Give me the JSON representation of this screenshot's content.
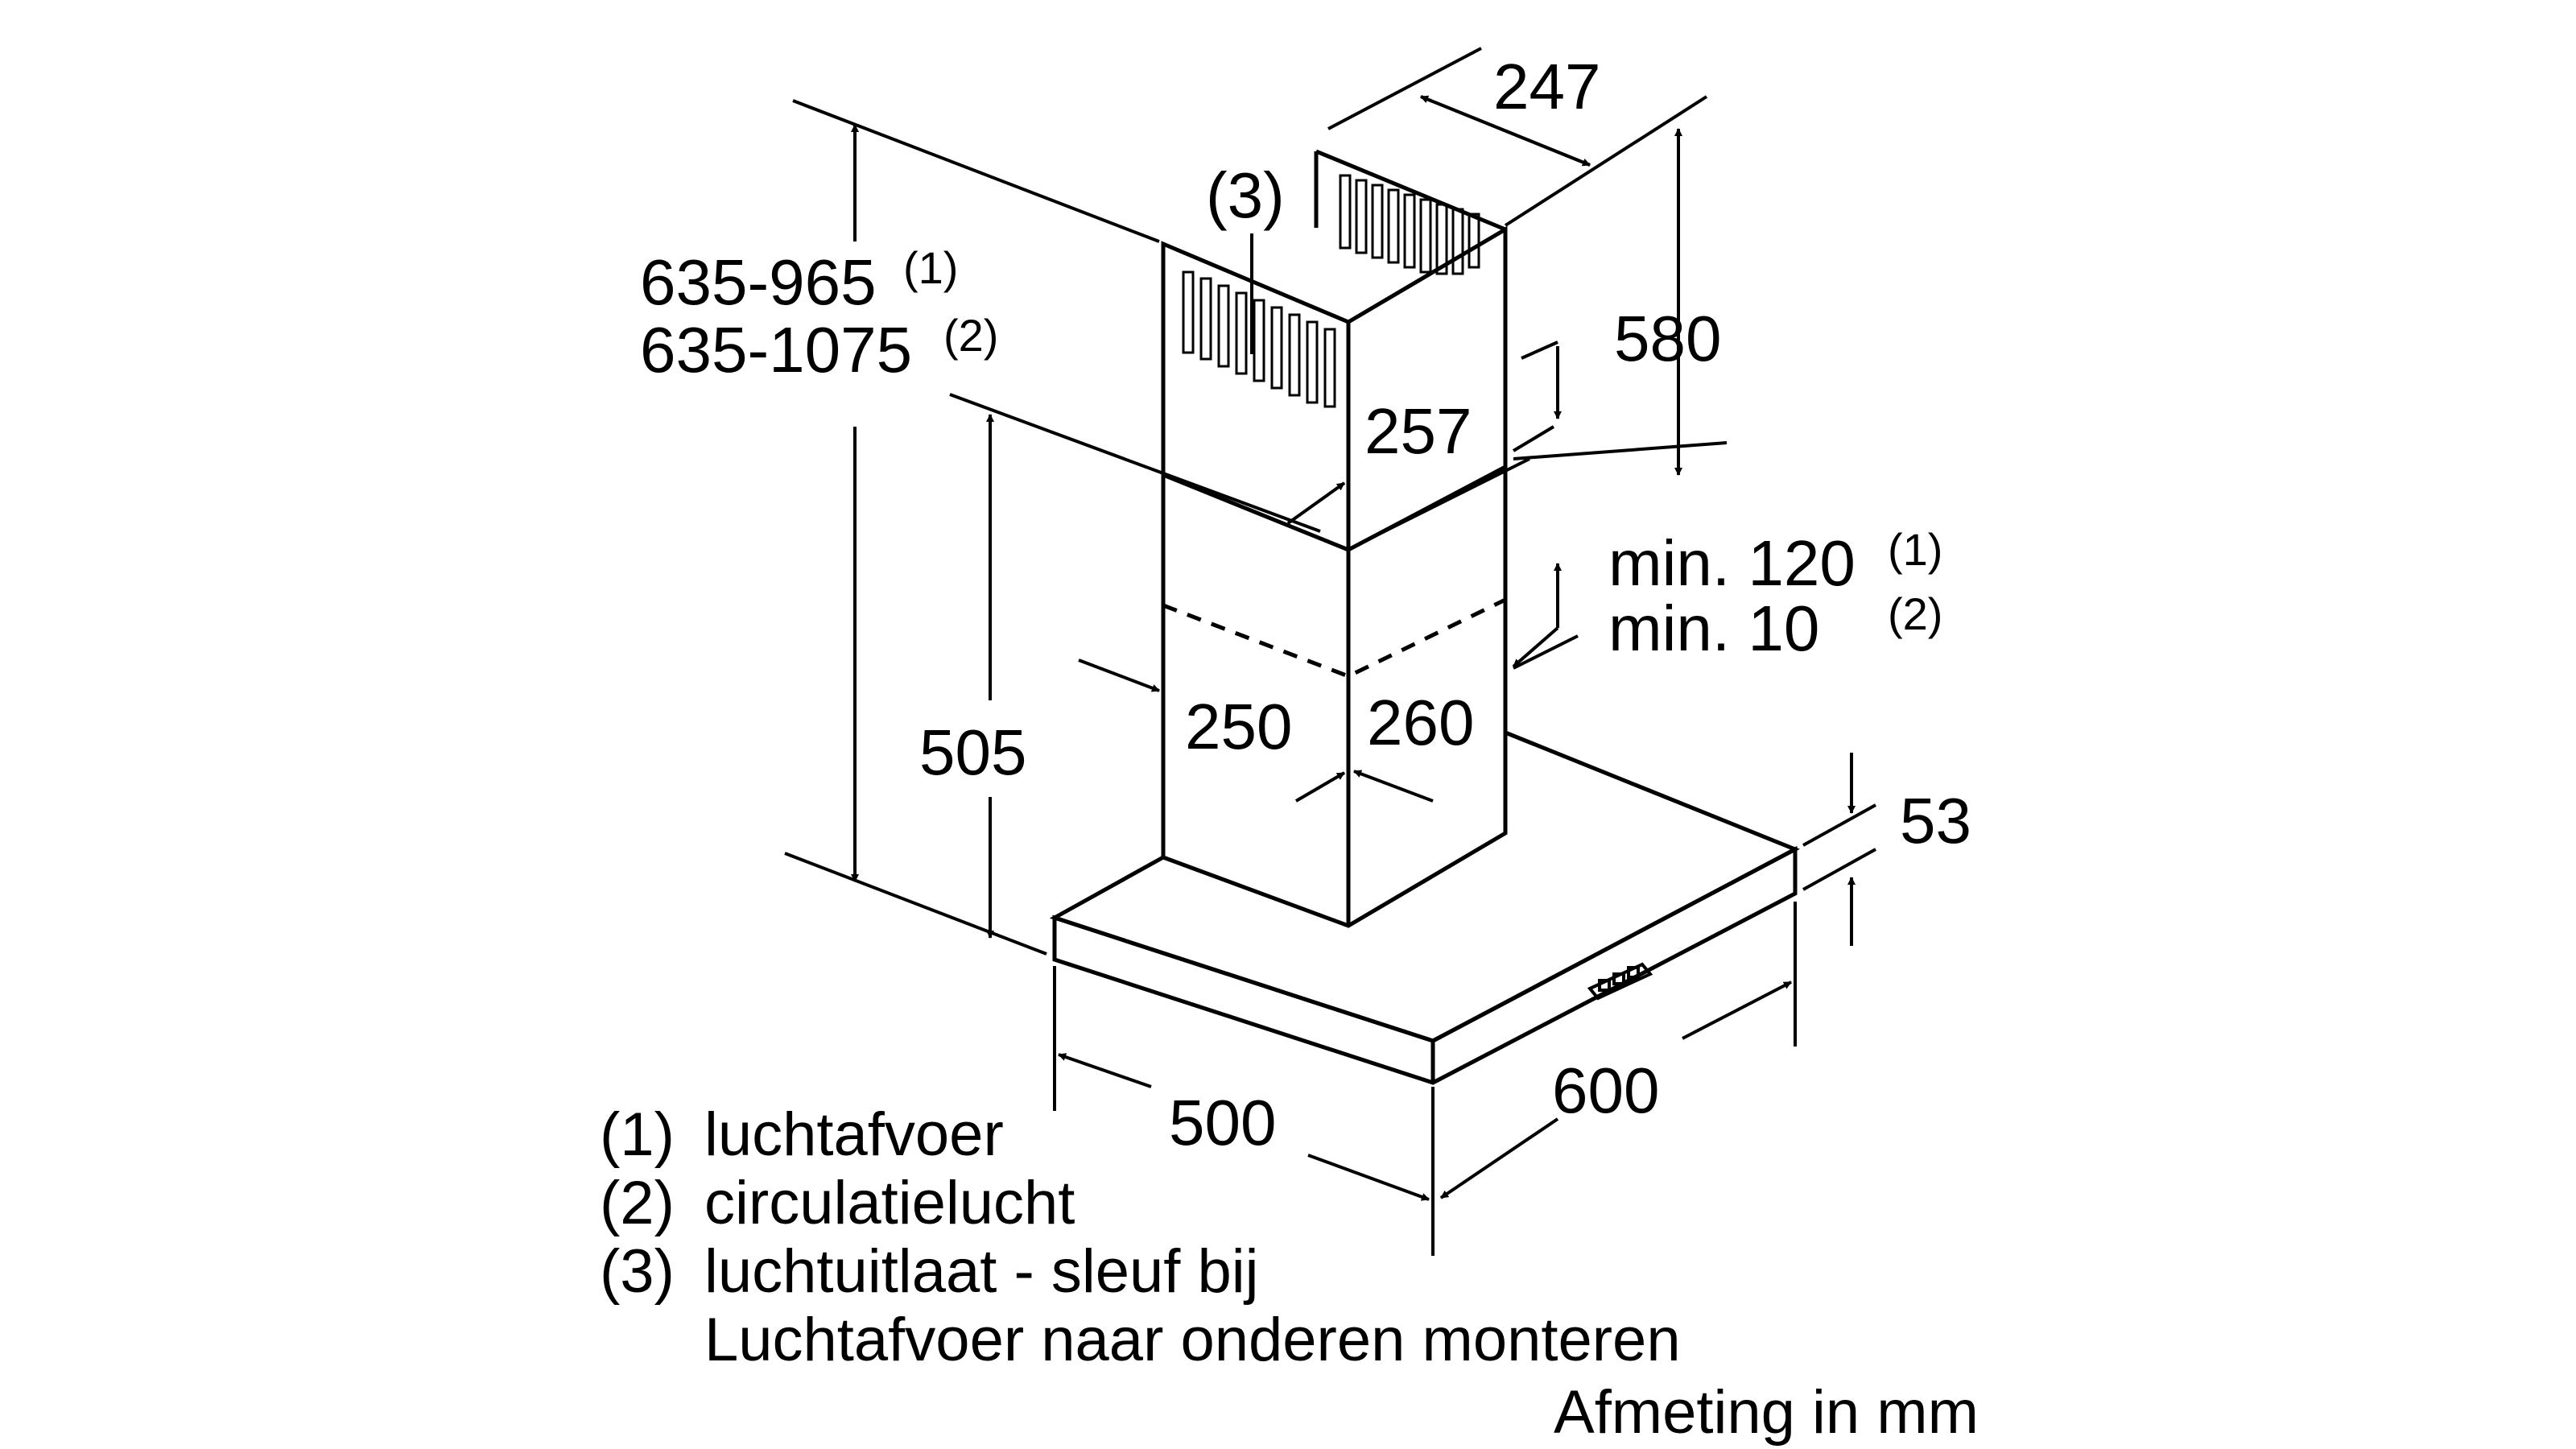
{
  "dimensions": {
    "width_top": "247",
    "height_upper_chimney": "580",
    "depth_upper_chimney": "257",
    "total_height_1": "635-965",
    "total_height_1_note": "(1)",
    "total_height_2": "635-1075",
    "total_height_2_note": "(2)",
    "slot_marker": "(3)",
    "chimney_height": "505",
    "min_overlap_1": "min. 120",
    "min_overlap_1_note": "(1)",
    "min_overlap_2": "min. 10",
    "min_overlap_2_note": "(2)",
    "chimney_width": "250",
    "chimney_depth": "260",
    "canopy_height": "53",
    "canopy_depth": "500",
    "canopy_width": "600"
  },
  "legend": [
    {
      "marker": "(1)",
      "text": "luchtafvoer"
    },
    {
      "marker": "(2)",
      "text": "circulatielucht"
    },
    {
      "marker": "(3)",
      "text": "luchtuitlaat - sleuf bij"
    }
  ],
  "legend_continuation": "Luchtafvoer naar onderen monteren",
  "unit_note": "Afmeting in mm"
}
